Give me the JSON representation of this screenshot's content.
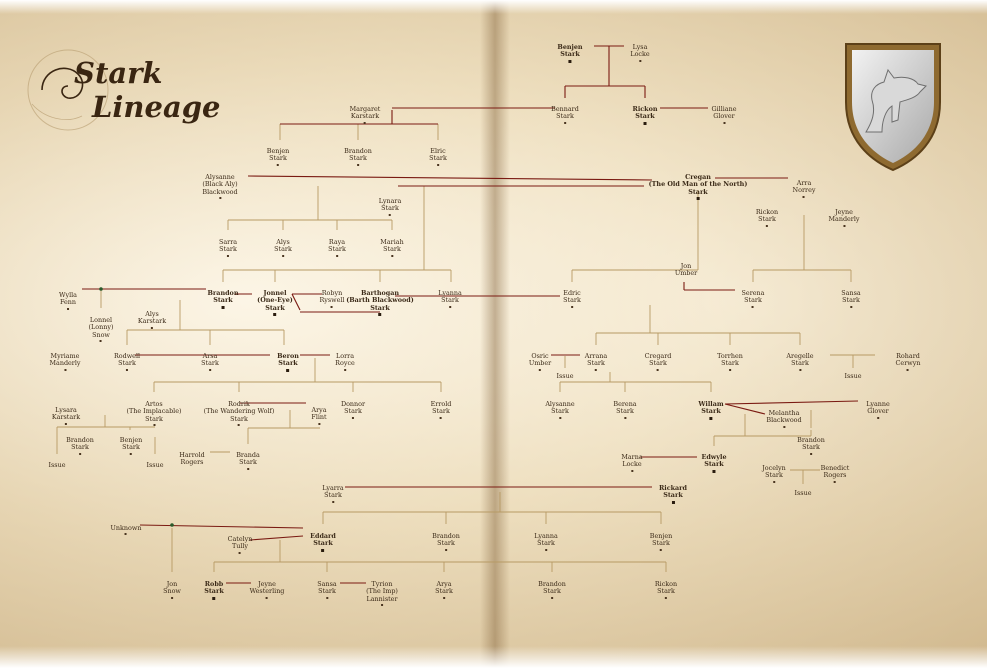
{
  "title": {
    "line1": "Stark",
    "line2": "Lineage"
  },
  "people": [
    {
      "id": "benjen1",
      "label": "Benjen\nStark",
      "bold": true
    },
    {
      "id": "lysa",
      "label": "Lysa\nLocke"
    },
    {
      "id": "bennard",
      "label": "Bennard\nStark"
    },
    {
      "id": "rickon1",
      "label": "Rickon\nStark",
      "bold": true
    },
    {
      "id": "gilliane",
      "label": "Gilliane\nGlover"
    },
    {
      "id": "margaret",
      "label": "Margaret\nKarstark"
    },
    {
      "id": "benjen2",
      "label": "Benjen\nStark"
    },
    {
      "id": "brandon1",
      "label": "Brandon\nStark"
    },
    {
      "id": "elric",
      "label": "Elric\nStark"
    },
    {
      "id": "alysanne1",
      "label": "Alysanne\n(Black Aly)\nBlackwood"
    },
    {
      "id": "cregan",
      "label": "Cregan\n(The Old Man of the North)\nStark",
      "bold": true
    },
    {
      "id": "arra",
      "label": "Arra\nNorrey"
    },
    {
      "id": "lynara",
      "label": "Lynara\nStark"
    },
    {
      "id": "rickon2",
      "label": "Rickon\nStark"
    },
    {
      "id": "jeyne1",
      "label": "Jeyne\nManderly"
    },
    {
      "id": "sarra",
      "label": "Sarra\nStark"
    },
    {
      "id": "alys1",
      "label": "Alys\nStark"
    },
    {
      "id": "raya",
      "label": "Raya\nStark"
    },
    {
      "id": "mariah",
      "label": "Mariah\nStark"
    },
    {
      "id": "jon_umber",
      "label": "Jon\nUmber",
      "mark": false
    },
    {
      "id": "wylla",
      "label": "Wylla\nFenn"
    },
    {
      "id": "brandon2",
      "label": "Brandon\nStark",
      "bold": true
    },
    {
      "id": "jonnel",
      "label": "Jonnel\n(One-Eye)\nStark",
      "bold": true
    },
    {
      "id": "robyn",
      "label": "Robyn\nRyswell"
    },
    {
      "id": "barthogan",
      "label": "Barthogan\n(Barth Blackwood)\nStark",
      "bold": true
    },
    {
      "id": "lyanna1",
      "label": "Lyanna\nStark"
    },
    {
      "id": "edric1",
      "label": "Edric\nStark"
    },
    {
      "id": "serena1",
      "label": "Serena\nStark"
    },
    {
      "id": "sansa1",
      "label": "Sansa\nStark"
    },
    {
      "id": "alys2",
      "label": "Alys\nKarstark"
    },
    {
      "id": "lonnel",
      "label": "Lonnel\n(Lonny)\nSnow"
    },
    {
      "id": "myriame",
      "label": "Myriame\nManderly"
    },
    {
      "id": "rodwell",
      "label": "Rodwell\nStark"
    },
    {
      "id": "arsa",
      "label": "Arsa\nStark"
    },
    {
      "id": "beron",
      "label": "Beron\nStark",
      "bold": true
    },
    {
      "id": "lorra",
      "label": "Lorra\nRoyce"
    },
    {
      "id": "osric",
      "label": "Osric\nUmber"
    },
    {
      "id": "arrana",
      "label": "Arrana\nStark"
    },
    {
      "id": "cregard",
      "label": "Cregard\nStark"
    },
    {
      "id": "torrhen",
      "label": "Torrhen\nStark"
    },
    {
      "id": "aregelle",
      "label": "Aregelle\nStark"
    },
    {
      "id": "rohard",
      "label": "Rohard\nCerwyn"
    },
    {
      "id": "lysara",
      "label": "Lysara\nKarstark"
    },
    {
      "id": "artos",
      "label": "Artos\n(The Implacable)\nStark"
    },
    {
      "id": "rodrik",
      "label": "Rodrik\n(The Wandering Wolf)\nStark"
    },
    {
      "id": "arya1",
      "label": "Arya\nFlint"
    },
    {
      "id": "donnor",
      "label": "Donnor\nStark"
    },
    {
      "id": "errold",
      "label": "Errold\nStark"
    },
    {
      "id": "alysanne2",
      "label": "Alysanne\nStark"
    },
    {
      "id": "berena",
      "label": "Berena\nStark"
    },
    {
      "id": "willam",
      "label": "Willam\nStark",
      "bold": true
    },
    {
      "id": "melantha",
      "label": "Melantha\nBlackwood"
    },
    {
      "id": "lyanne",
      "label": "Lyanne\nGlover"
    },
    {
      "id": "brandon3",
      "label": "Brandon\nStark"
    },
    {
      "id": "benjen3",
      "label": "Benjen\nStark"
    },
    {
      "id": "brandon4",
      "label": "Brandon\nStark"
    },
    {
      "id": "harrold",
      "label": "Harrold\nRogers",
      "mark": false
    },
    {
      "id": "branda",
      "label": "Branda\nStark"
    },
    {
      "id": "marna",
      "label": "Marna\nLocke"
    },
    {
      "id": "edwyle",
      "label": "Edwyle\nStark",
      "bold": true
    },
    {
      "id": "jocelyn",
      "label": "Jocelyn\nStark"
    },
    {
      "id": "benedict",
      "label": "Benedict\nRogers"
    },
    {
      "id": "lyarra",
      "label": "Lyarra\nStark"
    },
    {
      "id": "rickard",
      "label": "Rickard\nStark",
      "bold": true
    },
    {
      "id": "unknown",
      "label": "Unknown"
    },
    {
      "id": "catelyn",
      "label": "Catelyn\nTully"
    },
    {
      "id": "eddard",
      "label": "Eddard\nStark",
      "bold": true
    },
    {
      "id": "brandon5",
      "label": "Brandon\nStark"
    },
    {
      "id": "lyanna2",
      "label": "Lyanna\nStark"
    },
    {
      "id": "benjen4",
      "label": "Benjen\nStark"
    },
    {
      "id": "jonsnow",
      "label": "Jon\nSnow"
    },
    {
      "id": "robb",
      "label": "Robb\nStark",
      "bold": true
    },
    {
      "id": "jeyne2",
      "label": "Jeyne\nWesterling"
    },
    {
      "id": "sansa2",
      "label": "Sansa\nStark"
    },
    {
      "id": "tyrion",
      "label": "Tyrion\n(The Imp)\nLannister"
    },
    {
      "id": "arya2",
      "label": "Arya\nStark"
    },
    {
      "id": "bran",
      "label": "Brandon\nStark"
    },
    {
      "id": "rickon3",
      "label": "Rickon\nStark"
    }
  ],
  "issue_label": "Issue",
  "issue_count": 5,
  "colors": {
    "main_line": "#7a1a12",
    "branch_line": "#b79a64",
    "ink": "#3b2a18"
  }
}
